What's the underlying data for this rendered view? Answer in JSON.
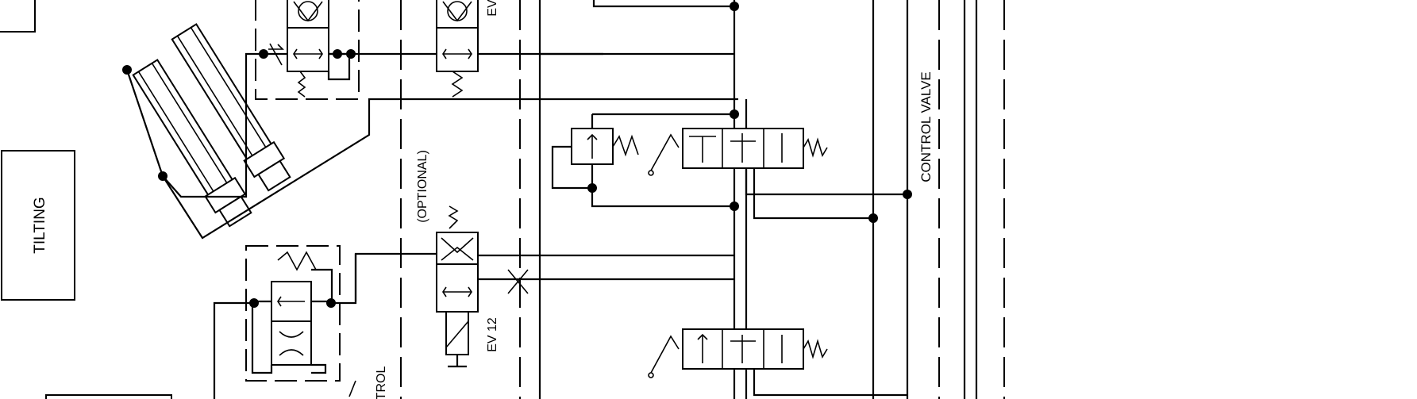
{
  "labels": {
    "tilting": "TILTING",
    "optional": "(OPTIONAL)",
    "ev12": "EV 12",
    "control_valve": "CONTROL VALVE",
    "ev_partial": "EV",
    "trol_partial": "TROL"
  },
  "colors": {
    "line": "#000000",
    "background": "#ffffff"
  }
}
